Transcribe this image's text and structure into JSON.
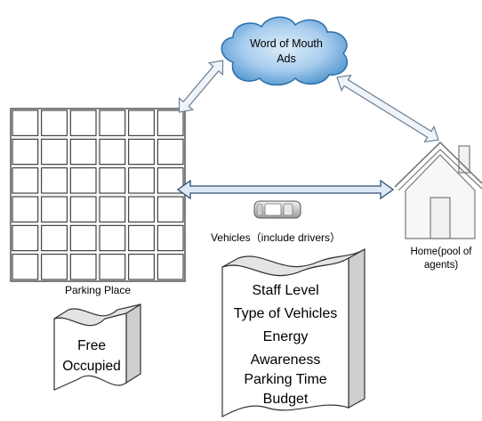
{
  "cloud": {
    "line1": "Word of Mouth",
    "line2": "Ads"
  },
  "parking": {
    "label": "Parking Place",
    "rows": 6,
    "cols": 6
  },
  "vehicles": {
    "label": "Vehicles（include drivers）"
  },
  "home": {
    "line1": "Home(pool of",
    "line2": "agents)"
  },
  "state_box": {
    "lines": [
      "Free",
      "Occupied"
    ]
  },
  "attributes_box": {
    "lines": [
      "Staff Level",
      "Type of Vehicles",
      "Energy",
      "Awareness",
      "Parking Time",
      "Budget"
    ]
  },
  "colors": {
    "cloud_light": "#d6ebf8",
    "cloud_dark": "#4f95cf",
    "arrow_fill": "#eaf2f9",
    "arrow_stroke": "#3a5f82",
    "line": "#444444"
  }
}
